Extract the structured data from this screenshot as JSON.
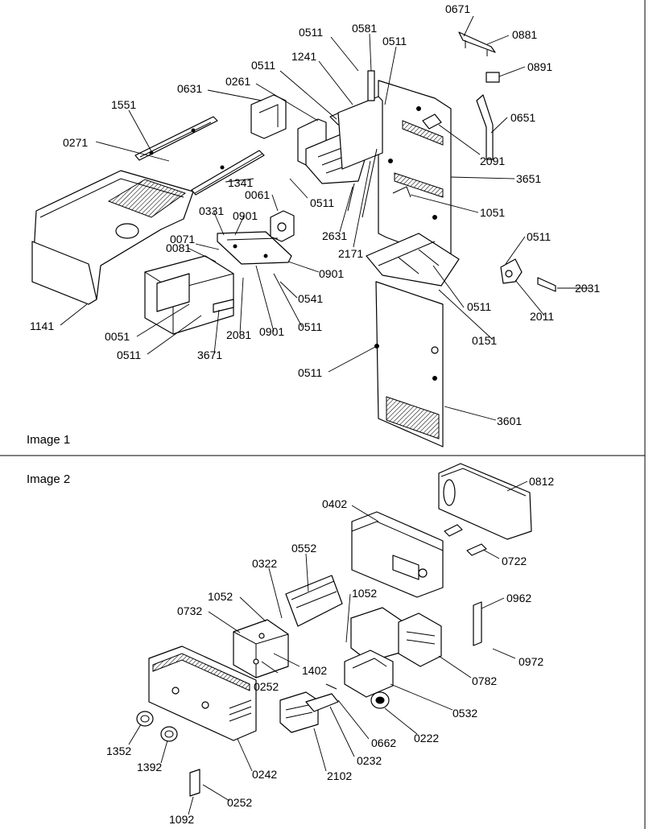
{
  "panels": [
    {
      "title": "Image 1",
      "callouts": [
        "0671",
        "0511",
        "0581",
        "0511",
        "0881",
        "1241",
        "0511",
        "0891",
        "0261",
        "0631",
        "1551",
        "0651",
        "0271",
        "2091",
        "3651",
        "1341",
        "0061",
        "0511",
        "0331",
        "0901",
        "1051",
        "2631",
        "0071",
        "2171",
        "0511",
        "0081",
        "0901",
        "0541",
        "2031",
        "0511",
        "1141",
        "0051",
        "2081",
        "0901",
        "0511",
        "2011",
        "0511",
        "3671",
        "0151",
        "0511",
        "3601"
      ]
    },
    {
      "title": "Image 2",
      "callouts": [
        "0812",
        "0402",
        "0722",
        "0552",
        "0322",
        "1052",
        "1052",
        "0962",
        "0732",
        "0252",
        "1402",
        "0782",
        "0972",
        "0532",
        "0222",
        "0662",
        "1352",
        "0232",
        "1392",
        "2102",
        "0242",
        "0252",
        "1092"
      ]
    }
  ]
}
